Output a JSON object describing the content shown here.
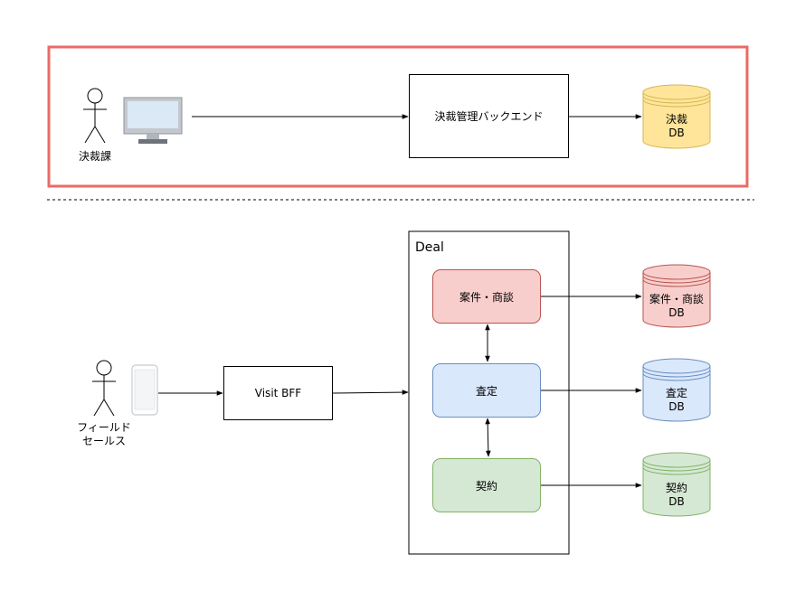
{
  "top": {
    "actor_label": "決裁課",
    "backend_label": "決裁管理バックエンド",
    "db_label": [
      "決裁",
      "DB"
    ],
    "highlight_color": "#ea6b66"
  },
  "bottom": {
    "actor_label": [
      "フィールド",
      "セールス"
    ],
    "bff_label": "Visit BFF",
    "deal_title": "Deal",
    "services": [
      {
        "label": "案件・商談",
        "db": [
          "案件・商談",
          "DB"
        ]
      },
      {
        "label": "査定",
        "db": [
          "査定",
          "DB"
        ]
      },
      {
        "label": "契約",
        "db": [
          "契約",
          "DB"
        ]
      }
    ]
  },
  "colors": {
    "yellow_fill": "#ffe599",
    "yellow_stroke": "#d6b656",
    "red_fill": "#f8cecc",
    "red_stroke": "#b85450",
    "blue_fill": "#dae8fc",
    "blue_stroke": "#6c8ebf",
    "green_fill": "#d5e8d4",
    "green_stroke": "#82b366"
  }
}
